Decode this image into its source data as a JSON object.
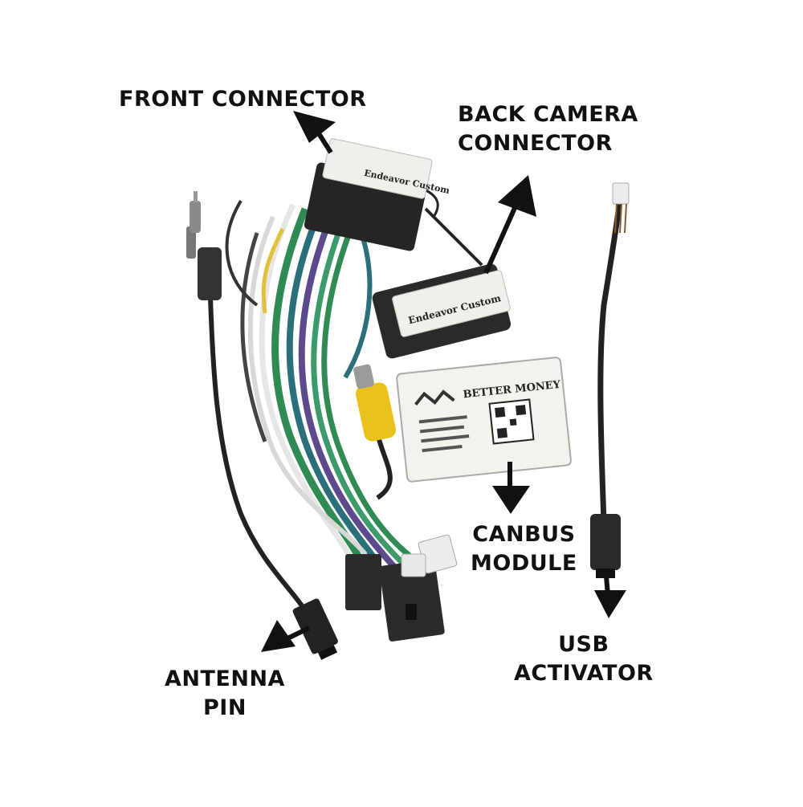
{
  "labels": {
    "front_connector": "FRONT CONNECTOR",
    "back_camera": [
      "BACK CAMERA",
      "CONNECTOR"
    ],
    "canbus": [
      "CANBUS",
      "MODULE"
    ],
    "usb": [
      "USB",
      "ACTIVATOR"
    ],
    "antenna": [
      "ANTENNA",
      "PIN"
    ]
  },
  "colors": {
    "arrow": "#111111",
    "connector": "#2b2b2b",
    "module_face": "#f4f2ec",
    "wire_green": "#2f8a54",
    "wire_teal": "#2a6f7a",
    "wire_purple": "#5d4a8c",
    "wire_yellow": "#e0c23a",
    "wire_white": "#e6e6e6",
    "rca_yellow": "#e8c21a"
  }
}
